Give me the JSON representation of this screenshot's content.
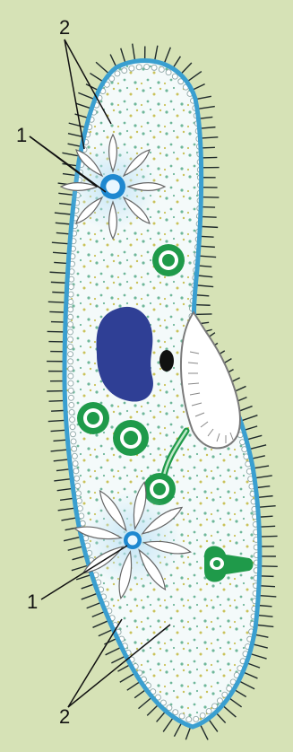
{
  "colors": {
    "background": "#d6e2b6",
    "cell_fill": "#f4fafa",
    "membrane": "#3a9fd0",
    "cilia": "#1f2a2a",
    "nucleus": "#2f3f95",
    "micronucleus": "#111111",
    "vacuole_green": "#1f9a4a",
    "contractile_vacuole": "#1e88d0",
    "granule_yellow": "#c9c25a",
    "granule_green": "#6fb79a"
  },
  "labels": {
    "top_number_2": "2",
    "top_number_1": "1",
    "bottom_number_1": "1",
    "bottom_number_2": "2"
  }
}
